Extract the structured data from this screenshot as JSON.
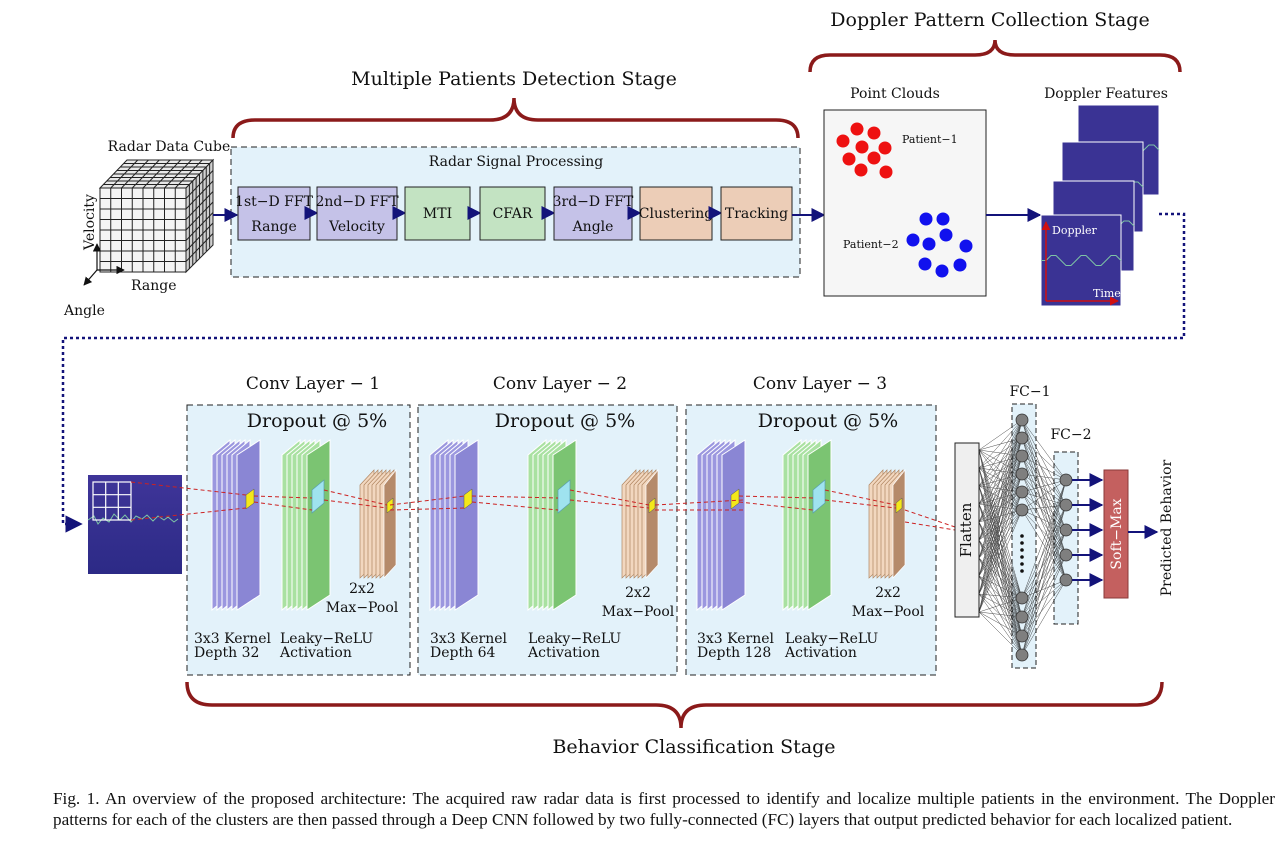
{
  "stages": {
    "detection": "Multiple Patients Detection Stage",
    "doppler": "Doppler Pattern Collection Stage",
    "classification": "Behavior Classification Stage"
  },
  "radar_cube": {
    "title": "Radar Data Cube",
    "axis_velocity": "Velocity",
    "axis_range": "Range",
    "axis_angle": "Angle"
  },
  "signal_processing": {
    "title": "Radar Signal Processing",
    "blocks": [
      {
        "line1": "1st−D FFT",
        "line2": "Range",
        "color": "#c5c2e8"
      },
      {
        "line1": "2nd−D FFT",
        "line2": "Velocity",
        "color": "#c5c2e8"
      },
      {
        "line1": "MTI",
        "line2": "",
        "color": "#c3e3c2"
      },
      {
        "line1": "CFAR",
        "line2": "",
        "color": "#c3e3c2"
      },
      {
        "line1": "3rd−D FFT",
        "line2": "Angle",
        "color": "#c5c2e8"
      },
      {
        "line1": "Clustering",
        "line2": "",
        "color": "#eccdb7"
      },
      {
        "line1": "Tracking",
        "line2": "",
        "color": "#eccdb7"
      }
    ]
  },
  "point_clouds": {
    "title": "Point Clouds",
    "patient1": "Patient−1",
    "patient2": "Patient−2",
    "patient1_color": "#ee1111",
    "patient2_color": "#1111ee"
  },
  "doppler_features": {
    "title": "Doppler Features",
    "y_label": "Doppler",
    "x_label": "Time"
  },
  "conv_layers": [
    {
      "title": "Conv Layer − 1",
      "dropout": "Dropout @ 5%",
      "kernel": "3x3 Kernel",
      "depth": "Depth 32",
      "act1": "Leaky−ReLU",
      "act2": "Activation",
      "pool1": "2x2",
      "pool2": "Max−Pool"
    },
    {
      "title": "Conv Layer − 2",
      "dropout": "Dropout @ 5%",
      "kernel": "3x3 Kernel",
      "depth": "Depth 64",
      "act1": "Leaky−ReLU",
      "act2": "Activation",
      "pool1": "2x2",
      "pool2": "Max−Pool"
    },
    {
      "title": "Conv Layer − 3",
      "dropout": "Dropout @ 5%",
      "kernel": "3x3 Kernel",
      "depth": "Depth 128",
      "act1": "Leaky−ReLU",
      "act2": "Activation",
      "pool1": "2x2",
      "pool2": "Max−Pool"
    }
  ],
  "dense": {
    "flatten": "Flatten",
    "fc1": "FC−1",
    "fc2": "FC−2",
    "softmax": "Soft−Max",
    "output": "Predicted Behavior"
  },
  "colors": {
    "brace": "#8b1a1a",
    "arrow": "#13137a",
    "stage_box": "#e3f2fa",
    "kernel_layer": "#9b97df",
    "activation_layer": "#a9e1a1",
    "pool_layer": "#f2d7bf",
    "softmax": "#c4605f"
  },
  "caption": "Fig. 1.  An overview of the proposed architecture: The acquired raw radar data is first processed to identify and localize multiple patients in the environment. The Doppler patterns for each of the clusters are then passed through a Deep CNN followed by two fully-connected (FC) layers that output predicted behavior for each localized patient."
}
